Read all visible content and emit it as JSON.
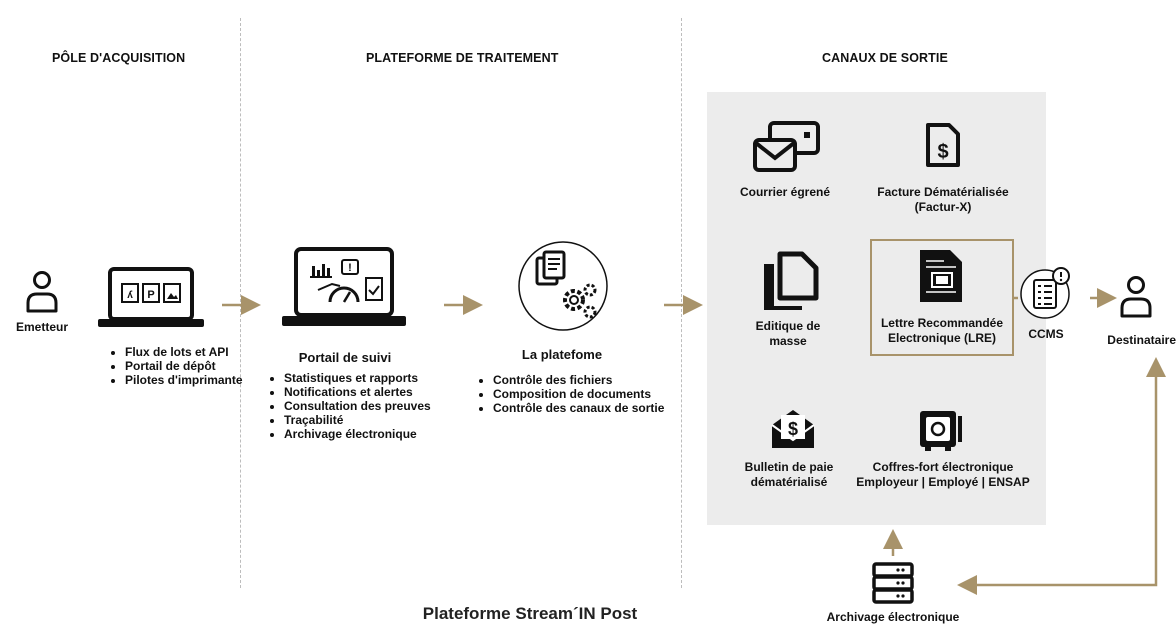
{
  "headers": {
    "acquisition": "PÔLE D'ACQUISITION",
    "traitement": "PLATEFORME DE TRAITEMENT",
    "sortie": "CANAUX DE SORTIE"
  },
  "acquisition": {
    "emetteur": "Emetteur",
    "items": [
      "Flux de lots et API",
      "Portail de dépôt",
      "Pilotes d'imprimante"
    ]
  },
  "portail": {
    "title": "Portail de suivi",
    "items": [
      "Statistiques et rapports",
      "Notifications et alertes",
      "Consultation des preuves",
      "Traçabilité",
      "Archivage électronique"
    ]
  },
  "platefome": {
    "title": "La platefome",
    "items": [
      "Contrôle des fichiers",
      "Composition de documents",
      "Contrôle des canaux de sortie"
    ]
  },
  "canaux": {
    "courrier": "Courrier égrené",
    "facture_l1": "Facture Dématérialisée",
    "facture_l2": "(Factur-X)",
    "editique_l1": "Editique de",
    "editique_l2": "masse",
    "lre_l1": "Lettre Recommandée",
    "lre_l2": "Electronique (LRE)",
    "bulletin_l1": "Bulletin de paie",
    "bulletin_l2": "dématérialisé",
    "coffre_l1": "Coffres-fort électronique",
    "coffre_l2": "Employeur | Employé | ENSAP"
  },
  "ccms": "CCMS",
  "destinataire": "Destinataire",
  "archivage": "Archivage électronique",
  "footer": "Plateforme Stream´IN Post",
  "colors": {
    "accent": "#a8936a",
    "panel": "#ececec",
    "ink": "#111111"
  },
  "icons": [
    "user-icon",
    "laptop-icon",
    "pdf-icon",
    "dashboard-icon",
    "gear-icon",
    "envelope-icon",
    "invoice-icon",
    "documents-icon",
    "recommended-letter-icon",
    "payslip-icon",
    "safe-icon",
    "checklist-alert-icon",
    "server-icon"
  ]
}
